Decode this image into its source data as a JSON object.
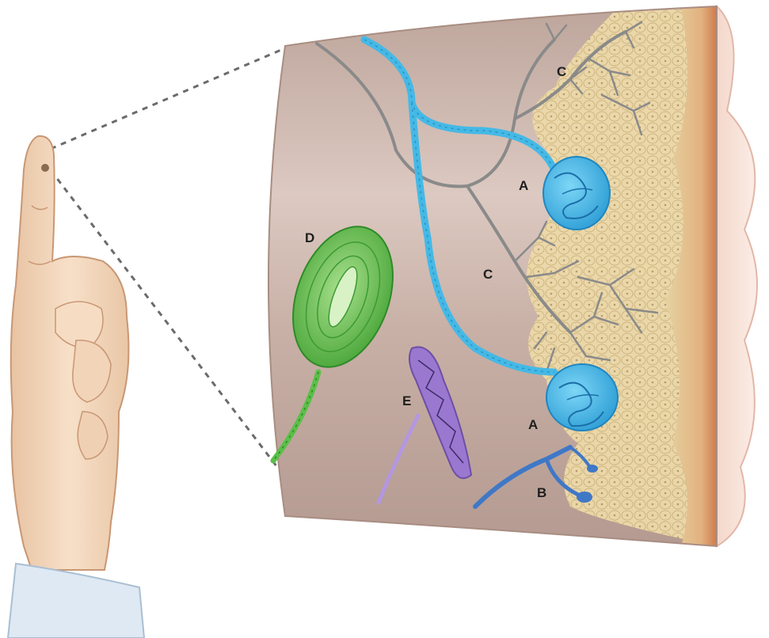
{
  "labels": {
    "c_top": "C",
    "a_upper": "A",
    "d": "D",
    "c_middle": "C",
    "e": "E",
    "a_lower": "A",
    "b": "B"
  },
  "colors": {
    "background": "#ffffff",
    "skin_tube": "#c9b2a9",
    "epidermis": "#ead7a8",
    "dermal_edge": "#d98a5a",
    "nerve_gray": "#8a8a8a",
    "nerve_blue": "#45b9e6",
    "corpuscle_blue": "#3fb6ea",
    "nerve_dark_blue": "#3f78c7",
    "pacinian_green": "#5cbf4a",
    "ruffini_purple": "#9a78cf",
    "hand_skin": "#f3d9be"
  }
}
